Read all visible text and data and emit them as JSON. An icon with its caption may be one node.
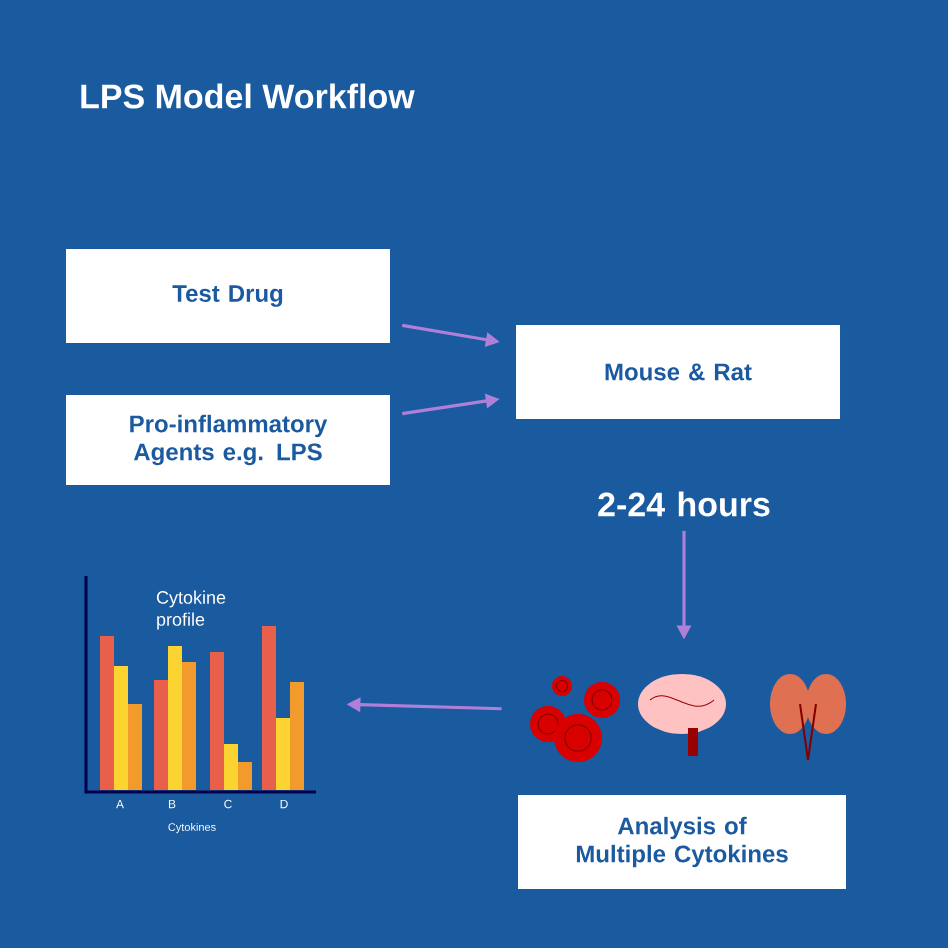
{
  "diagram": {
    "title": "LPS Model Workflow",
    "nodes": [
      {
        "text": [
          "Test Drug"
        ]
      },
      {
        "text": [
          "Pro-inflammatory Agents e.g. LPS"
        ]
      },
      {
        "text": [
          "Mouse & Rat"
        ]
      },
      {
        "text": [
          "2-24 hours"
        ]
      },
      {
        "text": [],
        "shape": "picture"
      },
      {
        "text": [
          "Analysis of Multiple Cytokines"
        ]
      },
      {
        "text": [
          "Cytokine profile",
          "A",
          "B",
          "C",
          "D",
          "Cytokines"
        ]
      }
    ],
    "edges": [
      {
        "from": 0,
        "to": 2,
        "arrow": "to"
      },
      {
        "from": 1,
        "to": 2,
        "arrow": "to"
      },
      {
        "from": 3,
        "to": 4,
        "arrow": "to"
      },
      {
        "from": 4,
        "to": 6,
        "arrow": "to"
      }
    ]
  }
}
